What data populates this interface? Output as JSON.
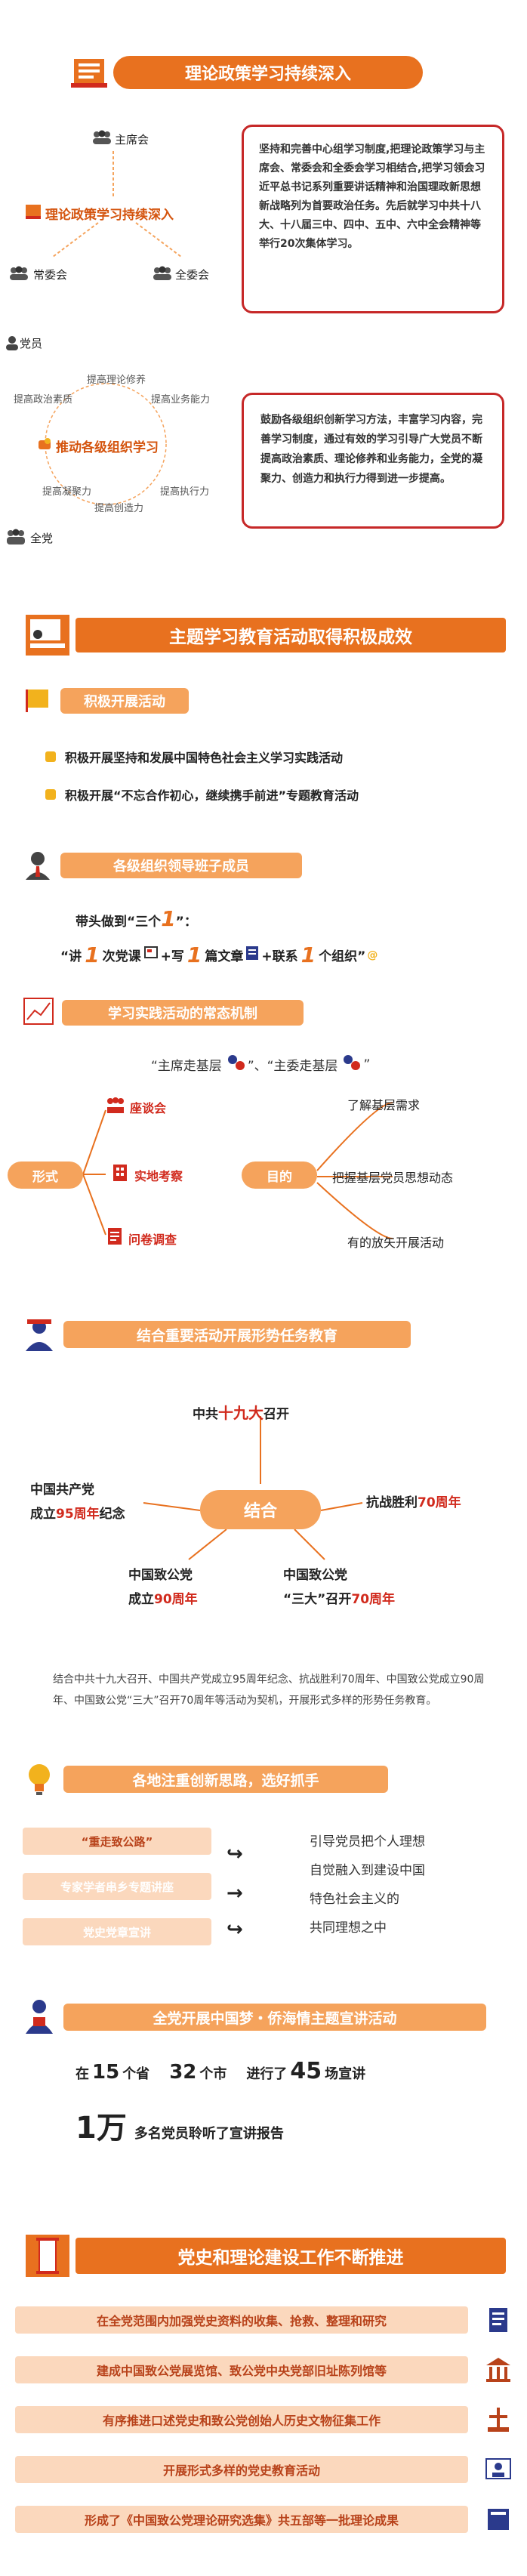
{
  "s1": {
    "title": "理论政策学习持续深入",
    "center_label": "理论政策学习持续深入",
    "nodes": {
      "top": "主席会",
      "left": "常委会",
      "right": "全委会"
    },
    "box1": "坚持和完善中心组学习制度,把理论政策学习与主席会、常委会和全委会学习相结合,把学习领会习近平总书记系列重要讲话精神和治国理政新思想新战略列为首要政治任务。先后就学习中共十八大、十八届三中、四中、五中、六中全会精神等举行20次集体学习。",
    "party_member": "党员",
    "whole_party": "全党",
    "org_label": "推动各级组织学习",
    "org_nodes": [
      "提高理论修养",
      "提高政治素质",
      "提高业务能力",
      "提高凝聚力",
      "提高创造力",
      "提高执行力"
    ],
    "box2": "鼓励各级组织创新学习方法，丰富学习内容，完善学习制度，通过有效的学习引导广大党员不断提高政治素质、理论修养和业务能力，全党的凝聚力、创造力和执行力得到进一步提高。"
  },
  "s2": {
    "title": "主题学习教育活动取得积极成效",
    "sub1": {
      "title": "积极开展活动",
      "items": [
        "积极开展坚持和发展中国特色社会主义学习实践活动",
        "积极开展“不忘合作初心，继续携手前进”专题教育活动"
      ]
    },
    "sub2": {
      "title": "各级组织领导班子成员",
      "line1_pre": "带头做到",
      "line1_q_open": "“三个",
      "line1_num": "1",
      "line1_q_close": "”：",
      "line2": {
        "a": "“讲",
        "n1": "1",
        "b": "次党课",
        "plus1": "+写",
        "n2": "1",
        "c": "篇文章",
        "plus2": "+联系",
        "n3": "1",
        "d": "个组织”"
      }
    },
    "sub3": {
      "title": "学习实践活动的常态机制",
      "quote1": "“主席走基层",
      "quote_mid": "”、“主委走基层",
      "quote_end": "”",
      "form_label": "形式",
      "form_items": [
        "座谈会",
        "实地考察",
        "问卷调查"
      ],
      "purpose_label": "目的",
      "purpose_items": [
        "了解基层需求",
        "把握基层党员思想动态",
        "有的放矢开展活动"
      ]
    },
    "sub4": {
      "title": "结合重要活动开展形势任务教育",
      "center": "结合",
      "top": {
        "pre": "中共",
        "hl": "十九大",
        "post": "召开"
      },
      "left": {
        "l1": "中国共产党",
        "l2pre": "成立",
        "hl": "95周年",
        "l2post": "纪念"
      },
      "right": {
        "pre": "抗战胜利",
        "hl": "70周年"
      },
      "bl": {
        "l1": "中国致公党",
        "l2pre": "成立",
        "hl": "90周年"
      },
      "br": {
        "l1": "中国致公党",
        "l2pre": "“三大”召开",
        "hl": "70周年"
      },
      "para": "结合中共十九大召开、中国共产党成立95周年纪念、抗战胜利70周年、中国致公党成立90周年、中国致公党“三大”召开70周年等活动为契机，开展形式多样的形势任务教育。"
    },
    "sub5": {
      "title": "各地注重创新思路，选好抓手",
      "items": [
        "“重走致公路”",
        "专家学者串乡专题讲座",
        "党史党章宣讲"
      ],
      "right": [
        "引导党员把个人理想",
        "自觉融入到建设中国",
        "特色社会主义的",
        "共同理想之中"
      ]
    },
    "sub6": {
      "title": "全党开展中国梦・侨海情主题宣讲活动",
      "r1": {
        "a": "在",
        "n1": "15",
        "b": "个省",
        "n2": "32",
        "c": "个市",
        "d": "进行了",
        "n3": "45",
        "e": "场宣讲"
      },
      "r2": {
        "n": "1万",
        "t": "多名党员聆听了宣讲报告"
      }
    }
  },
  "s3": {
    "title": "党史和理论建设工作不断推进",
    "items": [
      "在全党范围内加强党史资料的收集、抢救、整理和研究",
      "建成中国致公党展览馆、致公党中央党部旧址陈列馆等",
      "有序推进口述党史和致公党创始人历史文物征集工作",
      "开展形式多样的党史教育活动",
      "形成了《中国致公党理论研究选集》共五部等一批理论成果"
    ]
  },
  "colors": {
    "orange": "#e8711f",
    "red": "#d12a1d",
    "yellow": "#f2b21d"
  },
  "icons": [
    "book-icon",
    "people-icon",
    "presentation-icon",
    "leader-icon",
    "chart-icon",
    "lightbulb-icon",
    "speaker-icon",
    "scroll-icon",
    "document-icon",
    "building-icon",
    "monument-icon",
    "open-book-icon"
  ]
}
